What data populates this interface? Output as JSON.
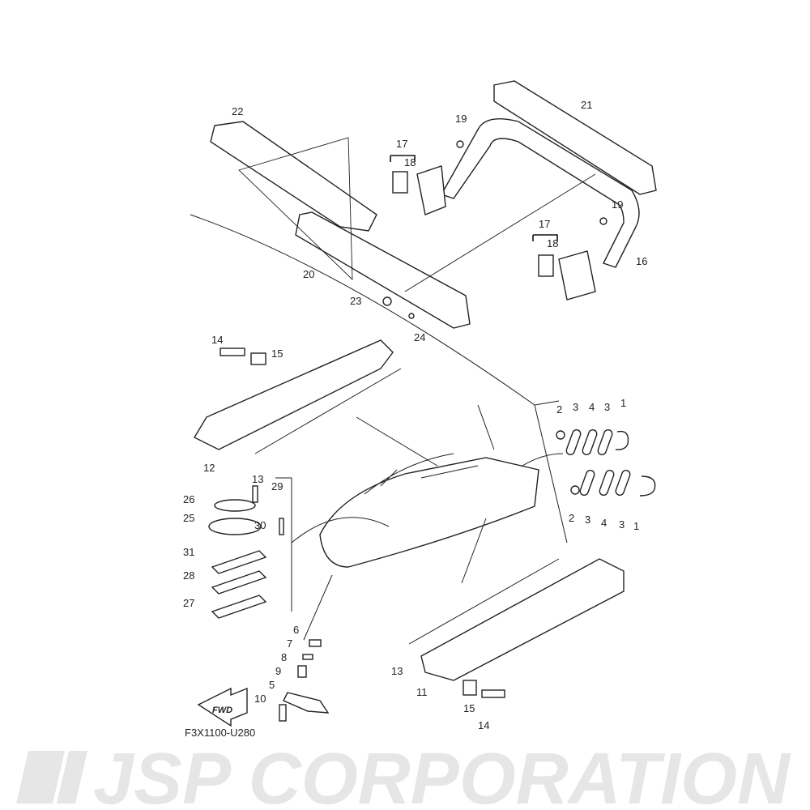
{
  "diagram": {
    "code": "F3X1100-U280",
    "watermark": "JSP CORPORATION",
    "fwd_label": "FWD",
    "callouts": {
      "c22": "22",
      "c21": "21",
      "c19a": "19",
      "c17a": "17",
      "c18a": "18",
      "c19b": "19",
      "c17b": "17",
      "c18b": "18",
      "c16": "16",
      "c20": "20",
      "c23": "23",
      "c24": "24",
      "c14a": "14",
      "c15a": "15",
      "c12": "12",
      "c13a": "13",
      "c29": "29",
      "c26": "26",
      "c25": "25",
      "c30": "30",
      "c31": "31",
      "c28": "28",
      "c27": "27",
      "c6": "6",
      "c7": "7",
      "c8": "8",
      "c9": "9",
      "c5": "5",
      "c10": "10",
      "c13b": "13",
      "c11": "11",
      "c15b": "15",
      "c14b": "14",
      "r2a": "2",
      "r3a": "3",
      "r4a": "4",
      "r3b": "3",
      "r1a": "1",
      "r2b": "2",
      "r3c": "3",
      "r4b": "4",
      "r3d": "3",
      "r1b": "1"
    }
  }
}
